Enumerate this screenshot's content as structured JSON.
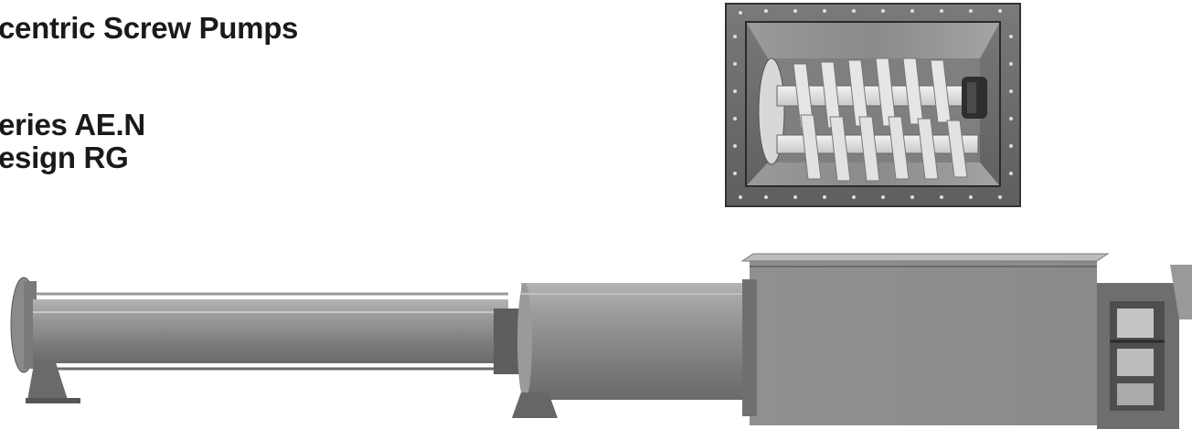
{
  "document": {
    "title": "centric Screw Pumps",
    "series_line": "eries AE.N",
    "design_line": "esign RG"
  },
  "colors": {
    "text": "#1a1a1a",
    "metal_dark": "#6e6e6e",
    "metal_mid": "#8c8c8c",
    "metal_light": "#b0b0b0",
    "screw_light": "#e4e4e4"
  },
  "images": {
    "hopper": "hopper-top-view-photo",
    "pump": "pump-side-view-photo"
  }
}
